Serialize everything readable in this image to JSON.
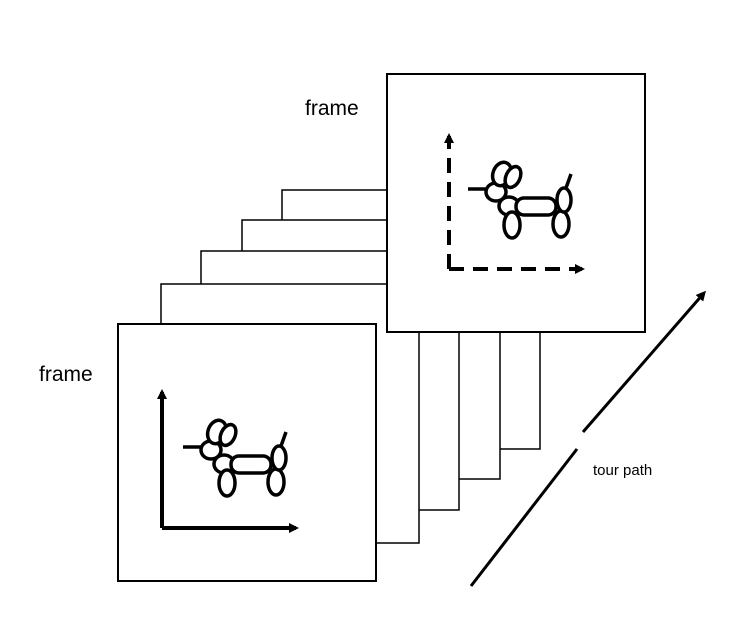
{
  "labels": {
    "front_frame": "frame",
    "back_frame": "frame",
    "tour_path": "tour path"
  },
  "icons": {
    "subject": "balloon-dog-icon",
    "axes": "axes-icon"
  },
  "colors": {
    "stroke": "#000000",
    "background": "#ffffff"
  }
}
